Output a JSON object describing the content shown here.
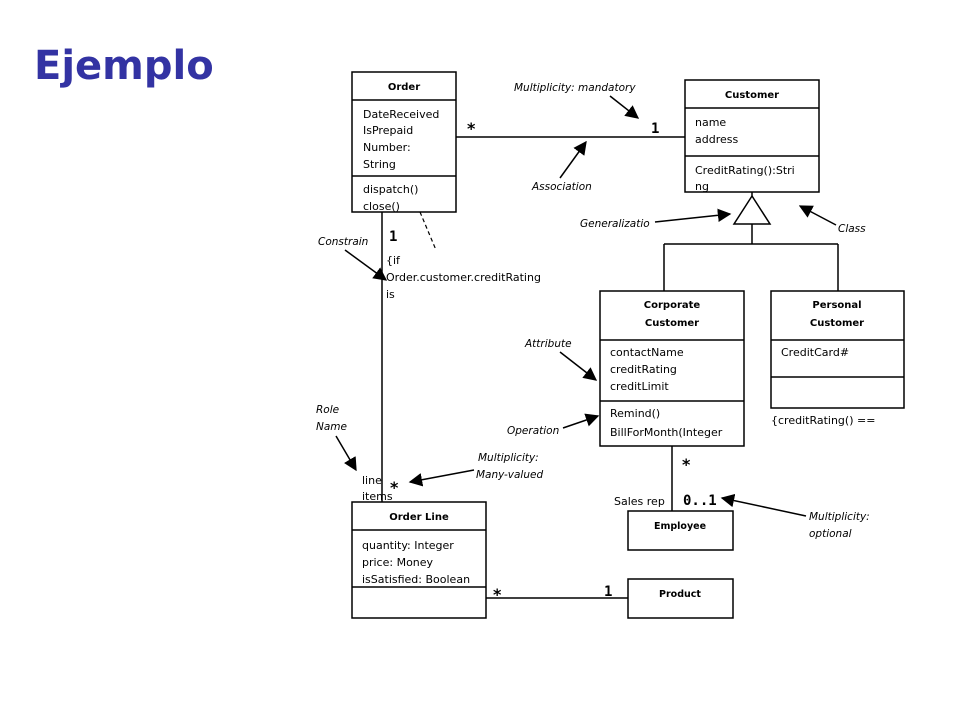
{
  "slide": {
    "title": "Ejemplo"
  },
  "classes": {
    "order": {
      "name": "Order",
      "attributes": [
        "DateReceived",
        "IsPrepaid",
        "Number:",
        "String"
      ],
      "operations": [
        "dispatch()",
        "close()"
      ]
    },
    "customer": {
      "name": "Customer",
      "attributes": [
        "name",
        "address"
      ],
      "operations": [
        "CreditRating():Stri",
        "ng"
      ]
    },
    "corporate_customer": {
      "name_line1": "Corporate",
      "name_line2": "Customer",
      "attributes": [
        "contactName",
        "creditRating",
        "creditLimit"
      ],
      "operations": [
        "Remind()",
        "BillForMonth(Integer"
      ]
    },
    "personal_customer": {
      "name_line1": "Personal",
      "name_line2": "Customer",
      "attributes": [
        "CreditCard#"
      ]
    },
    "order_line": {
      "name": "Order Line",
      "attributes": [
        "quantity: Integer",
        "price: Money",
        "isSatisfied: Boolean"
      ]
    },
    "employee": {
      "name": "Employee"
    },
    "product": {
      "name": "Product"
    }
  },
  "multiplicities": {
    "order_customer_order_end": "*",
    "order_customer_customer_end": "1",
    "order_orderline_order_end": "1",
    "order_orderline_line_end": "*",
    "corporate_employee_corp_end": "*",
    "corporate_employee_emp_end": "0..1",
    "orderline_product_line_end": "*",
    "orderline_product_product_end": "1"
  },
  "role_labels": {
    "line_items_1": "line",
    "line_items_2": "items",
    "sales_rep": "Sales rep"
  },
  "constraints": {
    "order_constraint": [
      "{if",
      "Order.customer.creditRating",
      "is"
    ],
    "personal_constraint": "{creditRating() =="
  },
  "annotations": {
    "multiplicity_mandatory": "Multiplicity: mandatory",
    "association": "Association",
    "generalization": "Generalizatio",
    "class": "Class",
    "constrain": "Constrain",
    "attribute": "Attribute",
    "operation": "Operation",
    "role_name_1": "Role",
    "role_name_2": "Name",
    "multiplicity_many_1": "Multiplicity:",
    "multiplicity_many_2": "Many-valued",
    "multiplicity_optional_1": "Multiplicity:",
    "multiplicity_optional_2": "optional"
  }
}
